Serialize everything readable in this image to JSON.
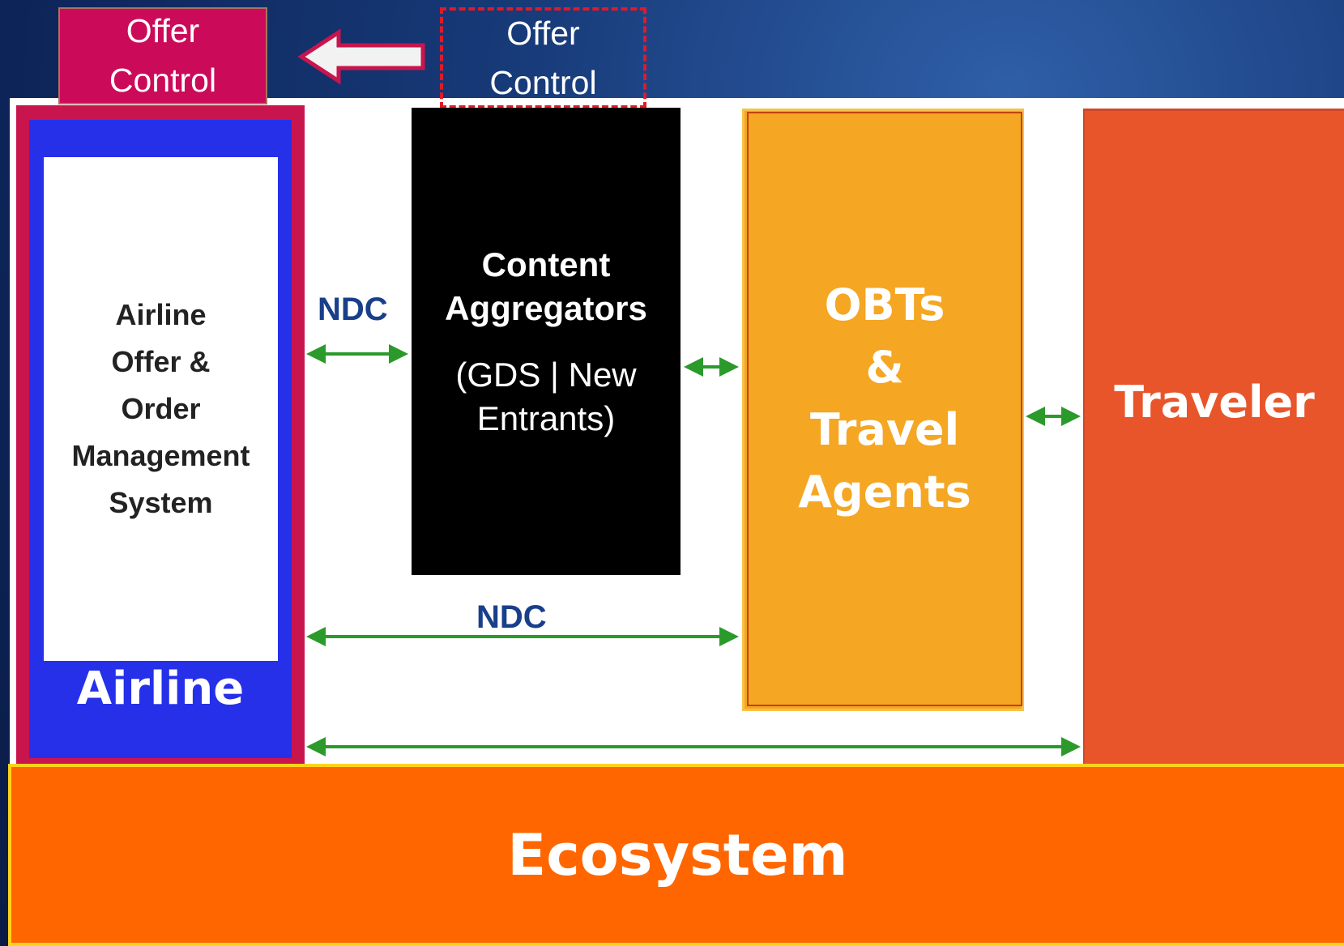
{
  "offer_control_solid": {
    "line1": "Offer",
    "line2": "Control"
  },
  "offer_control_dashed": {
    "line1": "Offer",
    "line2": "Control"
  },
  "airline": {
    "system_lines": [
      "Airline",
      "Offer &",
      "Order",
      "Management",
      "System"
    ],
    "label": "Airline"
  },
  "aggregators": {
    "title_lines": [
      "Content",
      "Aggregators"
    ],
    "subtitle_lines": [
      "(GDS | New",
      "Entrants)"
    ]
  },
  "obts": {
    "lines": [
      "OBTs",
      "&",
      "Travel",
      "Agents"
    ]
  },
  "traveler": {
    "label": "Traveler"
  },
  "ecosystem": {
    "label": "Ecosystem"
  },
  "connections": {
    "ndc_top": "NDC",
    "ndc_mid": "NDC"
  },
  "colors": {
    "arrow_green": "#2b9a2b",
    "airline_magenta": "#c8154e",
    "airline_blue": "#2530e8",
    "obts_orange": "#f5a623",
    "traveler_orange": "#e8552a",
    "ecosystem_orange": "#ff6600",
    "ndc_blue": "#1a3f8a"
  }
}
